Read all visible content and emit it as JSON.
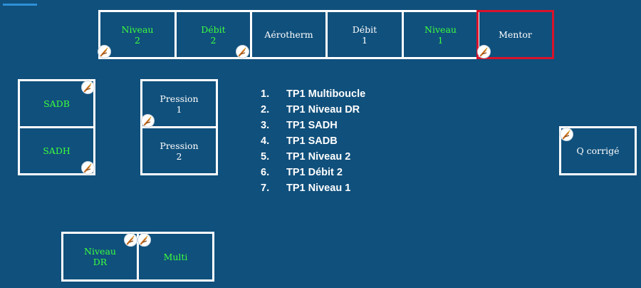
{
  "stations": {
    "niveau2": {
      "line1": "Niveau",
      "line2": "2"
    },
    "debit2": {
      "line1": "Débit",
      "line2": "2"
    },
    "aerotherm": {
      "line1": "Aérotherm"
    },
    "debit1": {
      "line1": "Débit",
      "line2": "1"
    },
    "niveau1": {
      "line1": "Niveau",
      "line2": "1"
    },
    "mentor": {
      "line1": "Mentor"
    },
    "sadb": {
      "line1": "SADB"
    },
    "sadh": {
      "line1": "SADH"
    },
    "pression1": {
      "line1": "Pression",
      "line2": "1"
    },
    "pression2": {
      "line1": "Pression",
      "line2": "2"
    },
    "qcorrige": {
      "line1": "Q corrigé"
    },
    "niveaudr": {
      "line1": "Niveau",
      "line2": "DR"
    },
    "multi": {
      "line1": "Multi"
    }
  },
  "tp_list": [
    {
      "num": "1.",
      "label": "TP1 Multiboucle"
    },
    {
      "num": "2.",
      "label": "TP1 Niveau DR"
    },
    {
      "num": "3.",
      "label": "TP1 SADH"
    },
    {
      "num": "4.",
      "label": "TP1 SADB"
    },
    {
      "num": "5.",
      "label": "TP1 Niveau 2"
    },
    {
      "num": "6.",
      "label": "TP1 Débit 2"
    },
    {
      "num": "7.",
      "label": "TP1 Niveau 1"
    }
  ],
  "colors": {
    "background": "#10507c",
    "border": "#ffffff",
    "highlight_text": "#3dff3d",
    "mentor_border": "#d9122b"
  },
  "icons": {
    "badge": "wrench-screwdriver-icon"
  }
}
